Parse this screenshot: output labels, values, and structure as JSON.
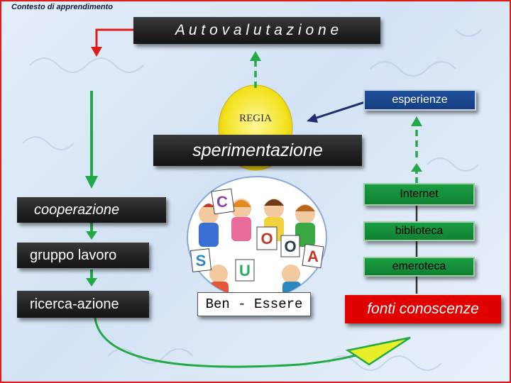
{
  "header": {
    "context_label": "Contesto di apprendimento"
  },
  "nodes": {
    "autovalutazione": "A u t o v a l u t a z i o n e",
    "regia": "REGIA",
    "sperimentazione": "sperimentazione",
    "esperienze": "esperienze",
    "internet": "Internet",
    "biblioteca": "biblioteca",
    "emeroteca": "emeroteca",
    "fonti_conoscenze": "fonti conoscenze",
    "cooperazione": "cooperazione",
    "gruppo_lavoro": "gruppo lavoro",
    "ricerca_azione": "ricerca-azione",
    "ben_essere": "Ben - Essere"
  },
  "picture": {
    "letters": [
      "C",
      "O",
      "S",
      "U",
      "O",
      "A"
    ]
  },
  "colors": {
    "frame": "#e01b1b",
    "dark_box": "#222222",
    "blue_box": "#163f82",
    "green_box": "#108033",
    "red_box": "#e10000",
    "regia_sun": "#f2e21c",
    "arrow_green": "#22a847",
    "arrow_blue": "#1d2f6e",
    "arrow_red": "#e01b1b"
  }
}
